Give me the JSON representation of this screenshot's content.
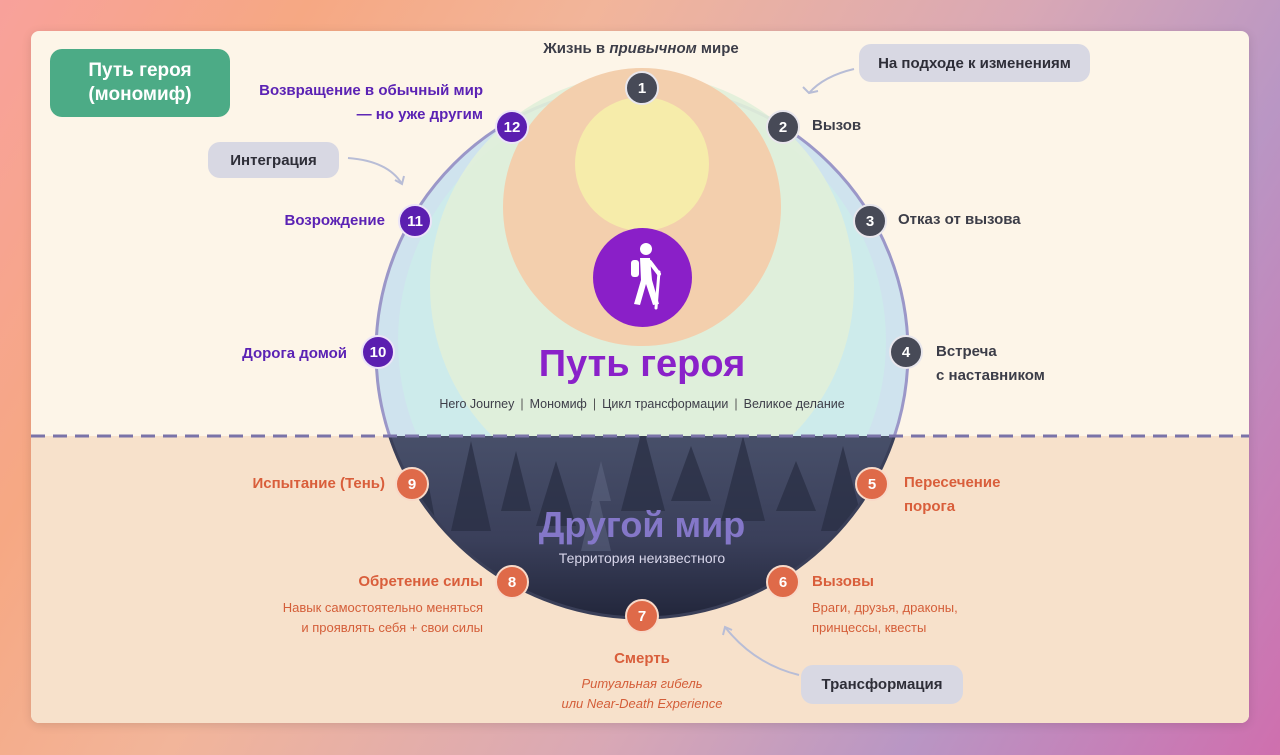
{
  "title": {
    "line1": "Путь героя",
    "line2": "(мономиф)"
  },
  "top_label": {
    "before": "Жизнь в ",
    "emph": "привычном",
    "after": " мире"
  },
  "pills": {
    "changes": "На подходе к изменениям",
    "integration": "Интеграция",
    "transformation": "Трансформация"
  },
  "center": {
    "title": "Путь героя",
    "subtitles": [
      "Hero Journey",
      "Мономиф",
      "Цикл трансформации",
      "Великое делание"
    ],
    "other_title": "Другой мир",
    "other_sub": "Территория неизвестного"
  },
  "steps": [
    {
      "n": "1"
    },
    {
      "n": "2",
      "label": "Вызов"
    },
    {
      "n": "3",
      "label": "Отказ от вызова"
    },
    {
      "n": "4",
      "label": [
        "Встреча",
        "с наставником"
      ]
    },
    {
      "n": "5",
      "label": [
        "Пересечение",
        "порога"
      ]
    },
    {
      "n": "6",
      "label": "Вызовы",
      "sub": [
        "Враги, друзья, драконы,",
        "принцессы, квесты"
      ]
    },
    {
      "n": "7",
      "label": "Смерть",
      "sub": [
        "Ритуальная гибель",
        "или Near-Death Experience"
      ]
    },
    {
      "n": "8",
      "label": "Обретение силы",
      "sub": [
        "Навык самостоятельно меняться",
        "и проявлять себя + свои силы"
      ]
    },
    {
      "n": "9",
      "label": "Испытание (Тень)"
    },
    {
      "n": "10",
      "label": "Дорога домой"
    },
    {
      "n": "11",
      "label": "Возрождение"
    },
    {
      "n": "12",
      "label": [
        "Возвращение в обычный мир",
        "— но уже другим"
      ]
    }
  ],
  "colors": {
    "ordinary_step": "#474a57",
    "return_step": "#5b1fb0",
    "other_step": "#df6a49",
    "title_box": "#4cab86",
    "hero_title": "#8a21c9",
    "icon_bg": "#8a1fc8",
    "dashed_line": "#7a73a8"
  },
  "icons": {
    "center": "hiker-icon",
    "arrows": "curved-arrow-icon"
  }
}
